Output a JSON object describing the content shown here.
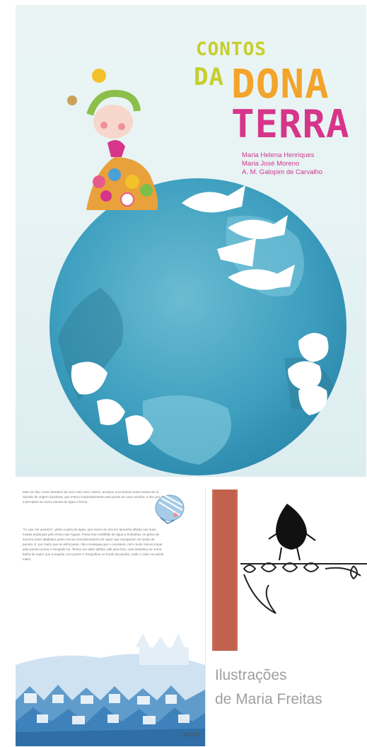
{
  "cover": {
    "title_line1": "CONTOS",
    "title_da": "DA",
    "title_dona": "DONA",
    "title_terra": "TERRA",
    "authors": [
      "Maria Helena Henriques",
      "Maria José Moreno",
      "A. M. Galopim de Carvalho"
    ]
  },
  "inner_page": {
    "paragraphs": [
      "Mas um dia, nosso desatino de vai-e-vem sem critério, arranjou uma boleia numa massa de ar húmido de origem duvidosa, que entrou inopinadamente pela janela de uma cozinha, e deu por si a precipitar-se numa panela de água a ferver.",
      "\"Ai, que me queimo!\", gritou a gota de água, que nunca se vira em tamanha aflição nas suas muitas andanças pelo Reino das Águas. Presa num turbilhão de água a borbulhar, os gritos de socorro eram abafados pelos roncos ensurdecedores do vapor que escaparam do fundo da panela. E, por muito que se esforçasse, não conseguia que o ouvissem, nem muito menos trepar pela panela acima e escapulir-se. Tentou um salto atlético dali para fora, mas estatelou-se numa bolha de vapor que a engoliu com prazer e mergulhou no fundo da panela, onde o calor era ainda maior."
    ],
    "page_number": "22-23"
  },
  "credit": {
    "line1": "Ilustrações",
    "line2": "de Maria Freitas"
  },
  "colors": {
    "title_green": "#c6cf2c",
    "title_orange": "#f3a42a",
    "title_magenta": "#d6358a",
    "globe_blue": "#4fa8c2",
    "credit_gray": "#9f9f9f"
  }
}
